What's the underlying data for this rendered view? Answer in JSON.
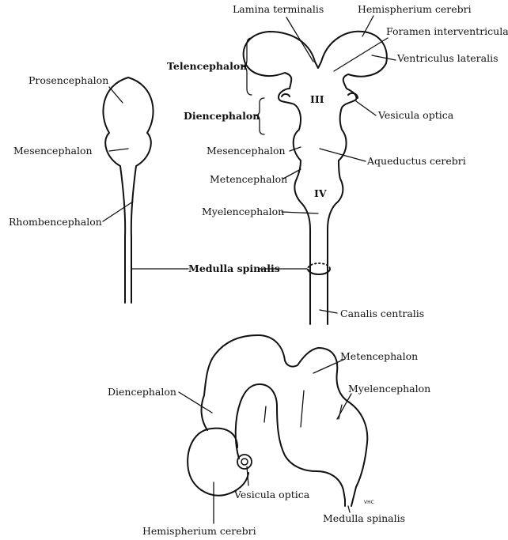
{
  "left_figure": {
    "prosencephalon": "Prosencephalon",
    "mesencephalon": "Mesencephalon",
    "rhombencephalon": "Rhombencephalon"
  },
  "shared": {
    "medulla_spinalis": "Medulla spinalis"
  },
  "right_figure": {
    "lamina_terminalis": "Lamina terminalis",
    "hemispherium_cerebri": "Hemispherium cerebri",
    "foramen_interventriculare": "Foramen interventriculare",
    "ventriculus_lateralis": "Ventriculus lateralis",
    "telencephalon": "Telencephalon",
    "diencephalon": "Diencephalon",
    "ventricle_iii": "III",
    "vesicula_optica": "Vesicula optica",
    "mesencephalon": "Mesencephalon",
    "aqueductus_cerebri": "Aqueductus cerebri",
    "metencephalon": "Metencephalon",
    "ventricle_iv": "IV",
    "myelencephalon": "Myelencephalon",
    "canalis_centralis": "Canalis centralis"
  },
  "bottom_figure": {
    "metencephalon": "Metencephalon",
    "diencephalon": "Diencephalon",
    "myelencephalon": "Myelencephalon",
    "vesicula_optica": "Vesicula optica",
    "medulla_spinalis": "Medulla spinalis",
    "hemispherium_cerebri": "Hemispherium cerebri",
    "signature": "VHC"
  }
}
